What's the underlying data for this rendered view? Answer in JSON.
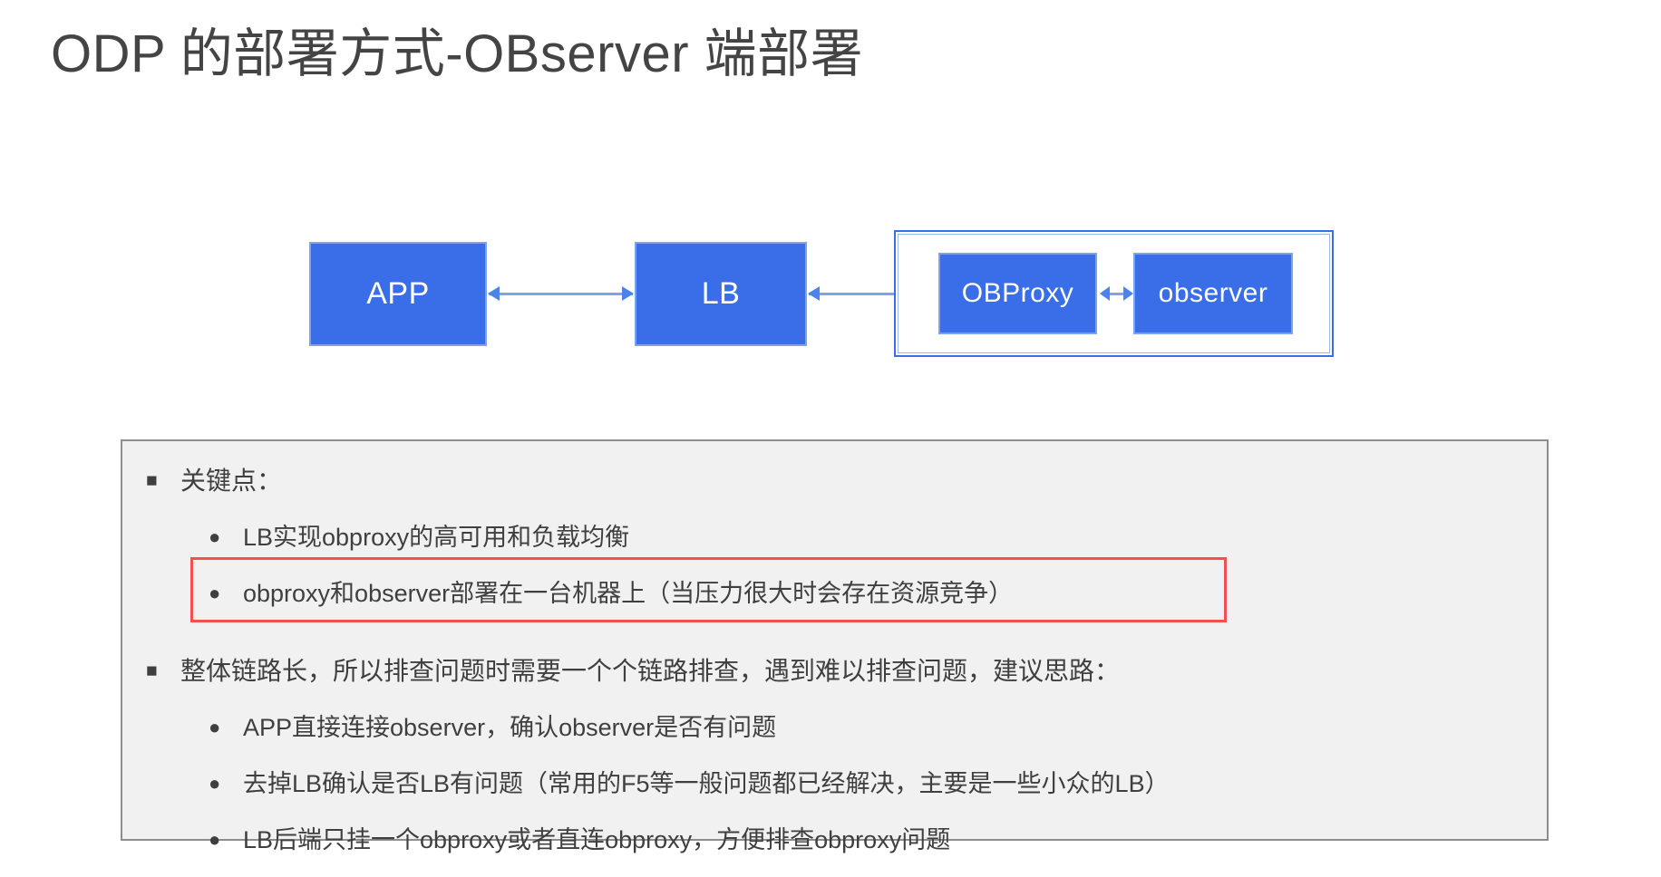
{
  "slide": {
    "title": "ODP 的部署方式-OBserver 端部署",
    "background_color": "#ffffff"
  },
  "diagram": {
    "type": "flow",
    "node_fill_color": "#3a6ee8",
    "node_text_color": "#ffffff",
    "arrow_color": "#7aa3f0",
    "group_border_color": "#3a6ee8",
    "nodes": [
      {
        "id": "app",
        "label": "APP"
      },
      {
        "id": "lb",
        "label": "LB"
      },
      {
        "id": "obproxy",
        "label": "OBProxy"
      },
      {
        "id": "observer",
        "label": "observer"
      }
    ],
    "group": {
      "id": "host-group",
      "label": "",
      "contains": [
        "obproxy",
        "observer"
      ]
    },
    "arrows": [
      {
        "from": "app",
        "to": "lb",
        "direction": "bidirectional"
      },
      {
        "from": "lb",
        "to": "host-group",
        "direction": "bidirectional"
      },
      {
        "from": "obproxy",
        "to": "observer",
        "direction": "bidirectional"
      }
    ]
  },
  "content": {
    "panel_background_color": "#f1f1f1",
    "panel_border_color": "#8e8e8e",
    "highlight_color": "#f4504f",
    "square_marker": "■",
    "dot_marker": "●",
    "items": [
      {
        "level": 1,
        "text": "关键点："
      },
      {
        "level": 2,
        "text": "LB实现obproxy的高可用和负载均衡"
      },
      {
        "level": 2,
        "text": "obproxy和observer部署在一台机器上（当压力很大时会存在资源竞争）",
        "highlighted": true
      },
      {
        "level": 1,
        "text": "整体链路长，所以排查问题时需要一个个链路排查，遇到难以排查问题，建议思路："
      },
      {
        "level": 2,
        "text": "APP直接连接observer，确认observer是否有问题"
      },
      {
        "level": 2,
        "text": "去掉LB确认是否LB有问题（常用的F5等一般问题都已经解决，主要是一些小众的LB）"
      },
      {
        "level": 2,
        "text": "LB后端只挂一个obproxy或者直连obproxy，方便排查obproxy问题"
      }
    ]
  }
}
